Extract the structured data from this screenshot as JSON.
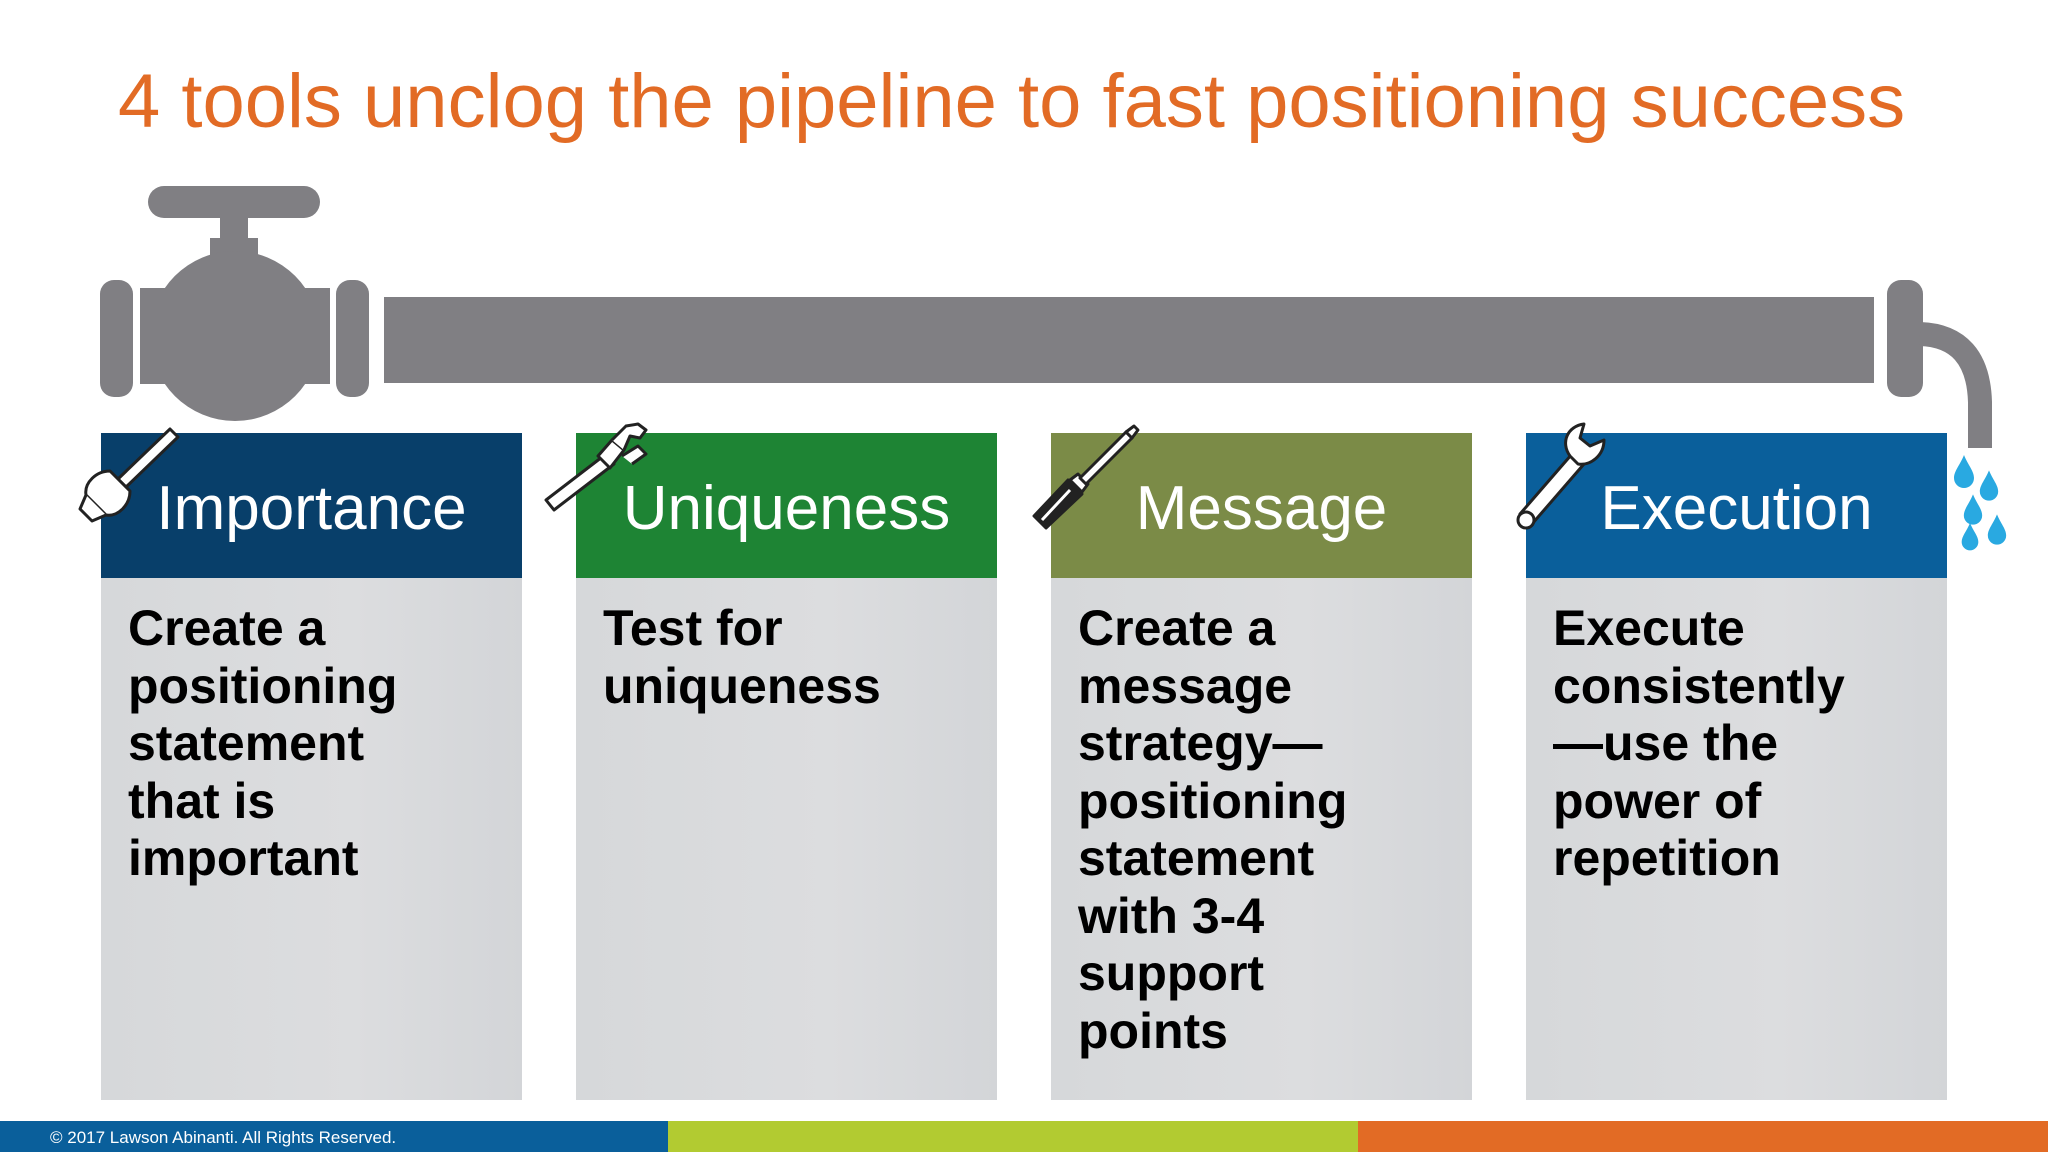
{
  "title": "4 tools unclog the pipeline to fast positioning success",
  "colors": {
    "title": "#E26B25",
    "pipe": "#807F83",
    "water": "#29A9E1",
    "importance": "#083F6A",
    "uniqueness": "#1E8434",
    "message": "#7B8B47",
    "execution": "#0A5F9B",
    "footer_blue": "#0A5F9B",
    "footer_green": "#B2CB31",
    "footer_orange": "#E26B25"
  },
  "columns": [
    {
      "title": "Importance",
      "icon": "plunger-icon",
      "text": "Create a\npositioning\nstatement\nthat is\nimportant"
    },
    {
      "title": "Uniqueness",
      "icon": "pipe-wrench-icon",
      "text": "Test for\nuniqueness"
    },
    {
      "title": "Message",
      "icon": "screwdriver-icon",
      "text": "Create a\nmessage\nstrategy—\npositioning\nstatement\nwith 3-4\nsupport\npoints"
    },
    {
      "title": "Execution",
      "icon": "adjustable-wrench-icon",
      "text": "Execute\nconsistently\n—use the\npower of\nrepetition"
    }
  ],
  "footer": {
    "copyright": "© 2017 Lawson Abinanti. All Rights Reserved."
  }
}
